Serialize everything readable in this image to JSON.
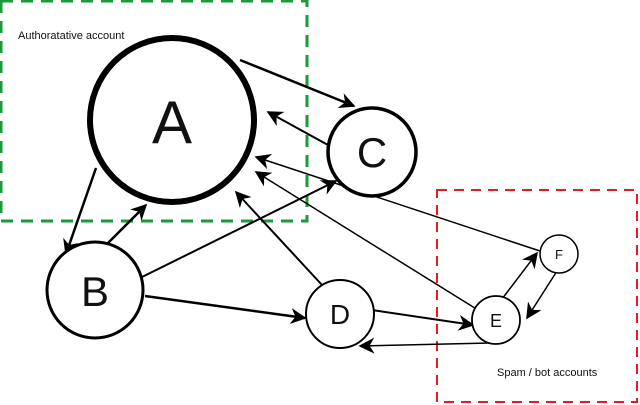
{
  "groups": {
    "authoritative": {
      "label": "Authoratative account",
      "color": "#1a9a3a"
    },
    "spam": {
      "label": "Spam / bot accounts",
      "color": "#e02020"
    }
  },
  "nodes": {
    "A": "A",
    "B": "B",
    "C": "C",
    "D": "D",
    "E": "E",
    "F": "F"
  },
  "edges": [
    [
      "A",
      "C"
    ],
    [
      "C",
      "A"
    ],
    [
      "A",
      "B"
    ],
    [
      "B",
      "A"
    ],
    [
      "B",
      "C"
    ],
    [
      "B",
      "D"
    ],
    [
      "D",
      "A"
    ],
    [
      "D",
      "E"
    ],
    [
      "E",
      "D"
    ],
    [
      "E",
      "A"
    ],
    [
      "F",
      "A"
    ],
    [
      "E",
      "F"
    ],
    [
      "F",
      "E"
    ]
  ]
}
